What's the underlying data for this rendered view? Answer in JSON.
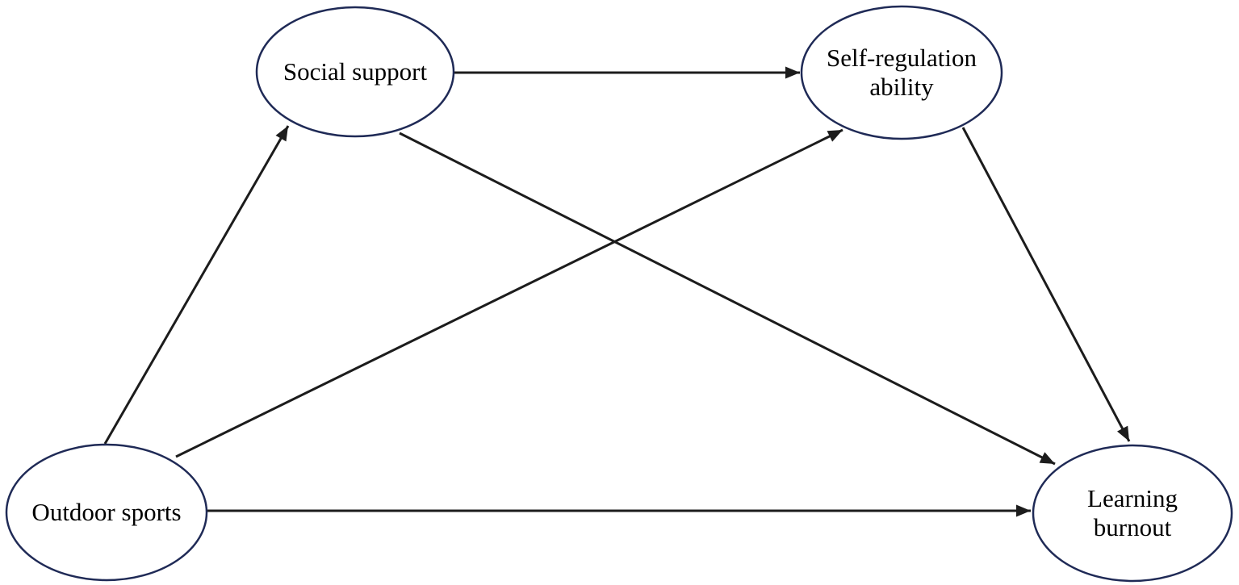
{
  "figure": {
    "type": "path-diagram",
    "background": "#ffffff",
    "nodes": [
      {
        "id": "social-support",
        "label": "Social support"
      },
      {
        "id": "self-regulation-ability",
        "label": "Self-regulation ability"
      },
      {
        "id": "outdoor-sports",
        "label": "Outdoor sports"
      },
      {
        "id": "learning-burnout",
        "label": "Learning burnout"
      }
    ],
    "edges": [
      {
        "from": "Outdoor sports",
        "to": "Social support"
      },
      {
        "from": "Outdoor sports",
        "to": "Self-regulation ability"
      },
      {
        "from": "Outdoor sports",
        "to": "Learning burnout"
      },
      {
        "from": "Social support",
        "to": "Self-regulation ability"
      },
      {
        "from": "Social support",
        "to": "Learning burnout"
      },
      {
        "from": "Self-regulation ability",
        "to": "Learning burnout"
      }
    ],
    "colors": {
      "node_border": "#1f2a56",
      "node_fill": "#ffffff",
      "arrow": "#1c1c1c",
      "label_text": "#000000",
      "background": "#ffffff"
    }
  }
}
